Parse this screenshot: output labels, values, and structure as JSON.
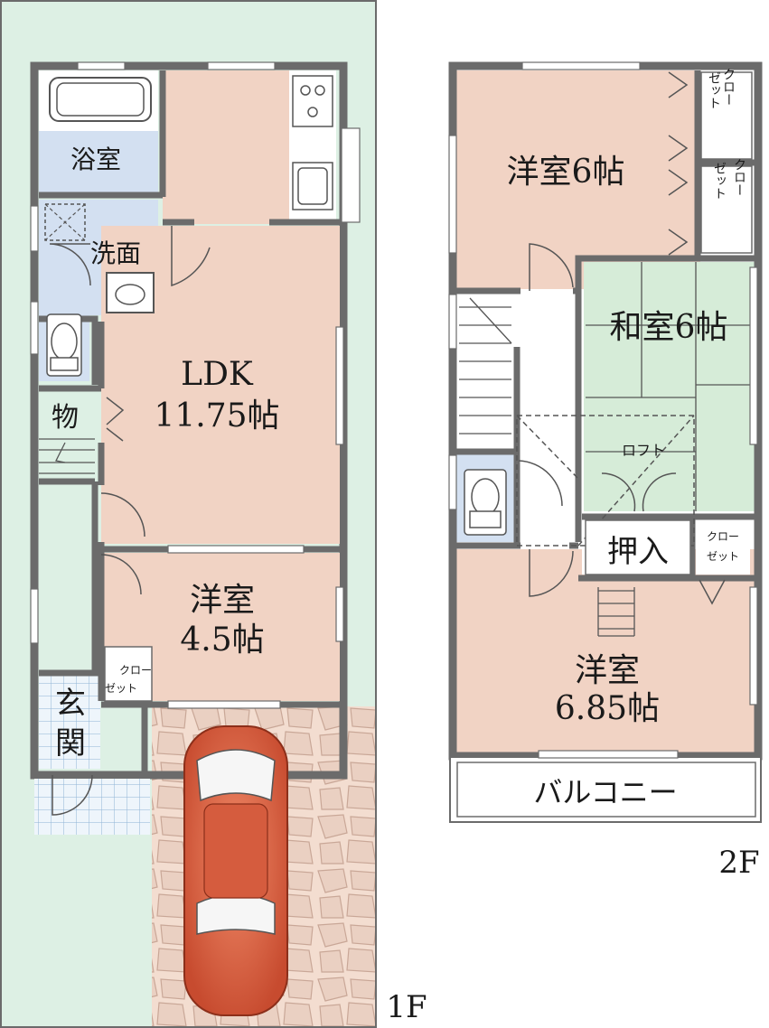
{
  "floor1": {
    "label": "1F",
    "rooms": {
      "bath": "浴室",
      "washroom": "洗面",
      "storage": "物",
      "ldk_name": "LDK",
      "ldk_size": "11.75帖",
      "western_name": "洋室",
      "western_size": "4.5帖",
      "closet_line1": "クロー",
      "closet_line2": "ゼット",
      "entrance_line1": "玄",
      "entrance_line2": "関"
    }
  },
  "floor2": {
    "label": "2F",
    "rooms": {
      "western6": "洋室6帖",
      "japanese6": "和室6帖",
      "loft": "ロフト",
      "oshiire": "押入",
      "closet_a_line1": "クロー",
      "closet_a_line2": "ゼット",
      "closet_b_line1": "クロー",
      "closet_b_line2": "ゼット",
      "closet_c_line1": "クロー",
      "closet_c_line2": "ゼット",
      "western685_name": "洋室",
      "western685_size": "6.85帖",
      "balcony": "バルコニー"
    }
  },
  "colors": {
    "wall": "#6b6b6b",
    "western_room": "#f1d3c4",
    "wet_area": "#d3e0f1",
    "tatami": "#d6ecd8",
    "garden": "#dcefe3",
    "paving": "#f0d9cc",
    "car": "#d86a4c"
  }
}
